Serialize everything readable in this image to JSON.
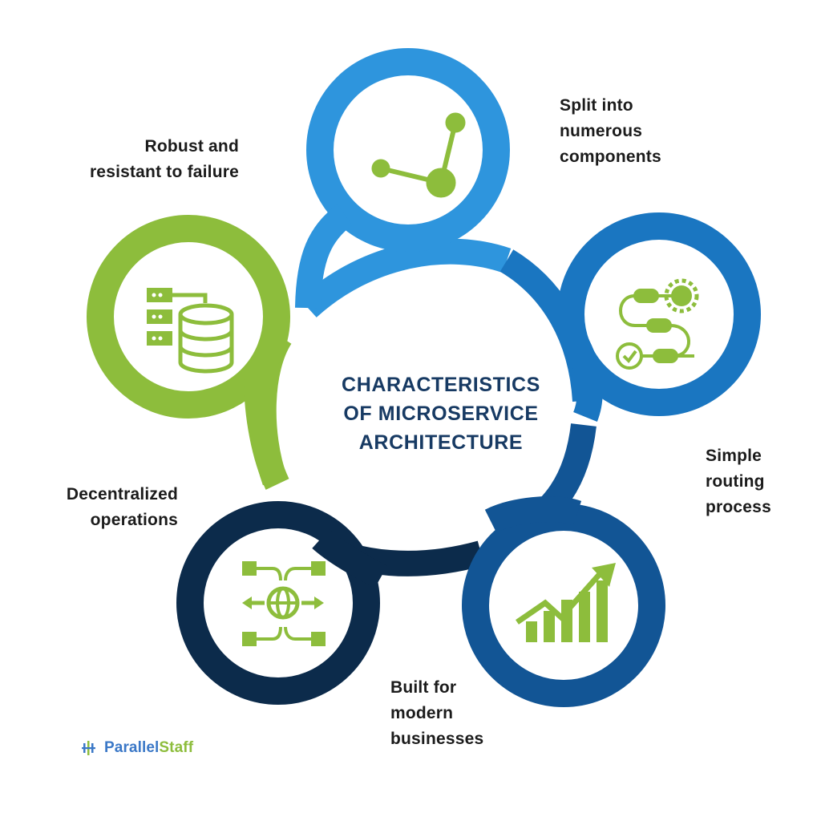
{
  "title": {
    "line1": "CHARACTERISTICS",
    "line2": "OF MICROSERVICE",
    "line3": "ARCHITECTURE"
  },
  "items": [
    {
      "id": "split",
      "lines": [
        "Split into",
        "numerous",
        "components"
      ],
      "color": "#2e95dd"
    },
    {
      "id": "routing",
      "lines": [
        "Simple",
        "routing",
        "process"
      ],
      "color": "#1a76c1"
    },
    {
      "id": "modern",
      "lines": [
        "Built for",
        "modern",
        "businesses"
      ],
      "color": "#125595"
    },
    {
      "id": "decentral",
      "lines": [
        "Decentralized",
        "operations"
      ],
      "color": "#0c2b4b"
    },
    {
      "id": "robust",
      "lines": [
        "Robust and",
        "resistant to failure"
      ],
      "color": "#8dbd3c"
    }
  ],
  "icons": {
    "split": "network-nodes-icon",
    "routing": "workflow-gear-icon",
    "modern": "growth-chart-icon",
    "decentral": "globe-arrows-icon",
    "robust": "server-database-icon"
  },
  "brand": {
    "part1": "Parallel",
    "part2": "Staff",
    "primary_color": "#3b78c7",
    "accent_color": "#8dbd3c"
  }
}
